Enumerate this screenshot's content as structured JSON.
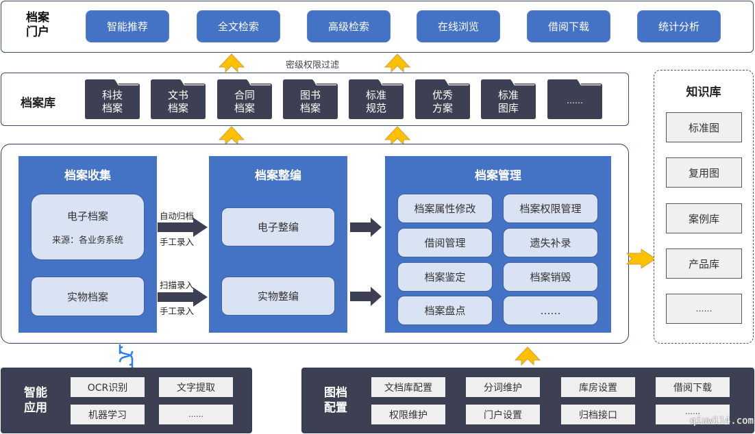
{
  "portal": {
    "title": "档案门户",
    "title_line1": "档案",
    "title_line2": "门户",
    "buttons": [
      "智能推荐",
      "全文检索",
      "高级检索",
      "在线浏览",
      "借阅下载",
      "统计分析"
    ]
  },
  "filter_label": "密级权限过滤",
  "archive_library": {
    "title": "档案库",
    "folders": [
      {
        "line1": "科技",
        "line2": "档案"
      },
      {
        "line1": "文书",
        "line2": "档案"
      },
      {
        "line1": "合同",
        "line2": "档案"
      },
      {
        "line1": "图书",
        "line2": "档案"
      },
      {
        "line1": "标准",
        "line2": "规范"
      },
      {
        "line1": "优秀",
        "line2": "方案"
      },
      {
        "line1": "标准",
        "line2": "图库"
      },
      {
        "line1": "……",
        "line2": ""
      }
    ]
  },
  "collection": {
    "title": "档案收集",
    "electronic": {
      "label": "电子档案",
      "source": "来源：各业务系统"
    },
    "physical": {
      "label": "实物档案"
    },
    "flow_top": {
      "above": "自动归档",
      "below": "手工录入"
    },
    "flow_bottom": {
      "above": "扫描录入",
      "below": "手工录入"
    }
  },
  "organization": {
    "title": "档案整编",
    "electronic": "电子整编",
    "physical": "实物整编"
  },
  "management": {
    "title": "档案管理",
    "items": [
      "档案属性修改",
      "档案权限管理",
      "借阅管理",
      "遗失补录",
      "档案鉴定",
      "档案销毁",
      "档案盘点",
      "……"
    ]
  },
  "knowledge_base": {
    "title": "知识库",
    "items": [
      "标准图",
      "复用图",
      "案例库",
      "产品库",
      "……"
    ]
  },
  "smart_apps": {
    "title_line1": "智能",
    "title_line2": "应用",
    "items": [
      "OCR识别",
      "文字提取",
      "机器学习",
      "……"
    ]
  },
  "config": {
    "title_line1": "图档",
    "title_line2": "配置",
    "items": [
      "文档库配置",
      "分词维护",
      "库房设置",
      "借阅下载",
      "权限维护",
      "门户设置",
      "归档接口",
      "……"
    ]
  },
  "watermark": "qiuw114.com",
  "colors": {
    "primary_blue": "#4472c4",
    "light_blue": "#dae3f3",
    "dark_slate": "#3d4052",
    "arrow_yellow": "#ffc000",
    "link_blue": "#2f7fe0"
  }
}
